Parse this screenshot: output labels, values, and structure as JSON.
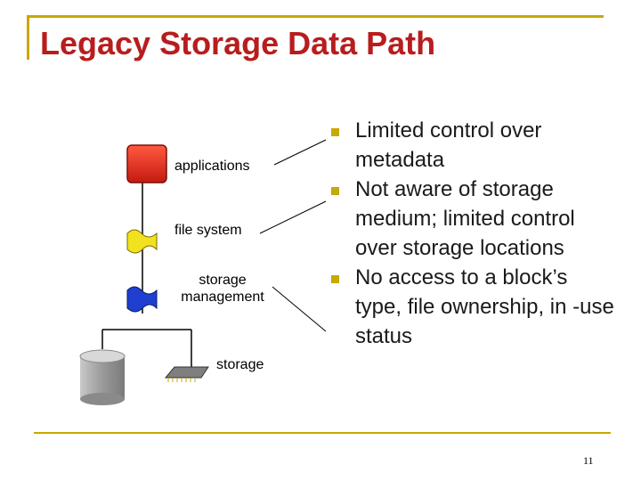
{
  "title": "Legacy Storage Data Path",
  "diagram": {
    "labels": {
      "applications": "applications",
      "file_system": "file system",
      "storage_management": "storage\nmanagement",
      "storage": "storage"
    },
    "colors": {
      "applications": "#e8321f",
      "file_system": "#f2e21e",
      "storage_management": "#1f3fd0",
      "disk": "#a5a5a5",
      "storage_device": "#7f7f7f"
    }
  },
  "bullets": [
    "Limited control over metadata",
    "Not aware of storage medium; limited control over storage locations",
    "No access to a block’s type, file ownership, in -use status"
  ],
  "colors": {
    "title": "#b81d1d",
    "accent": "#c9a800"
  },
  "page_number": "11"
}
